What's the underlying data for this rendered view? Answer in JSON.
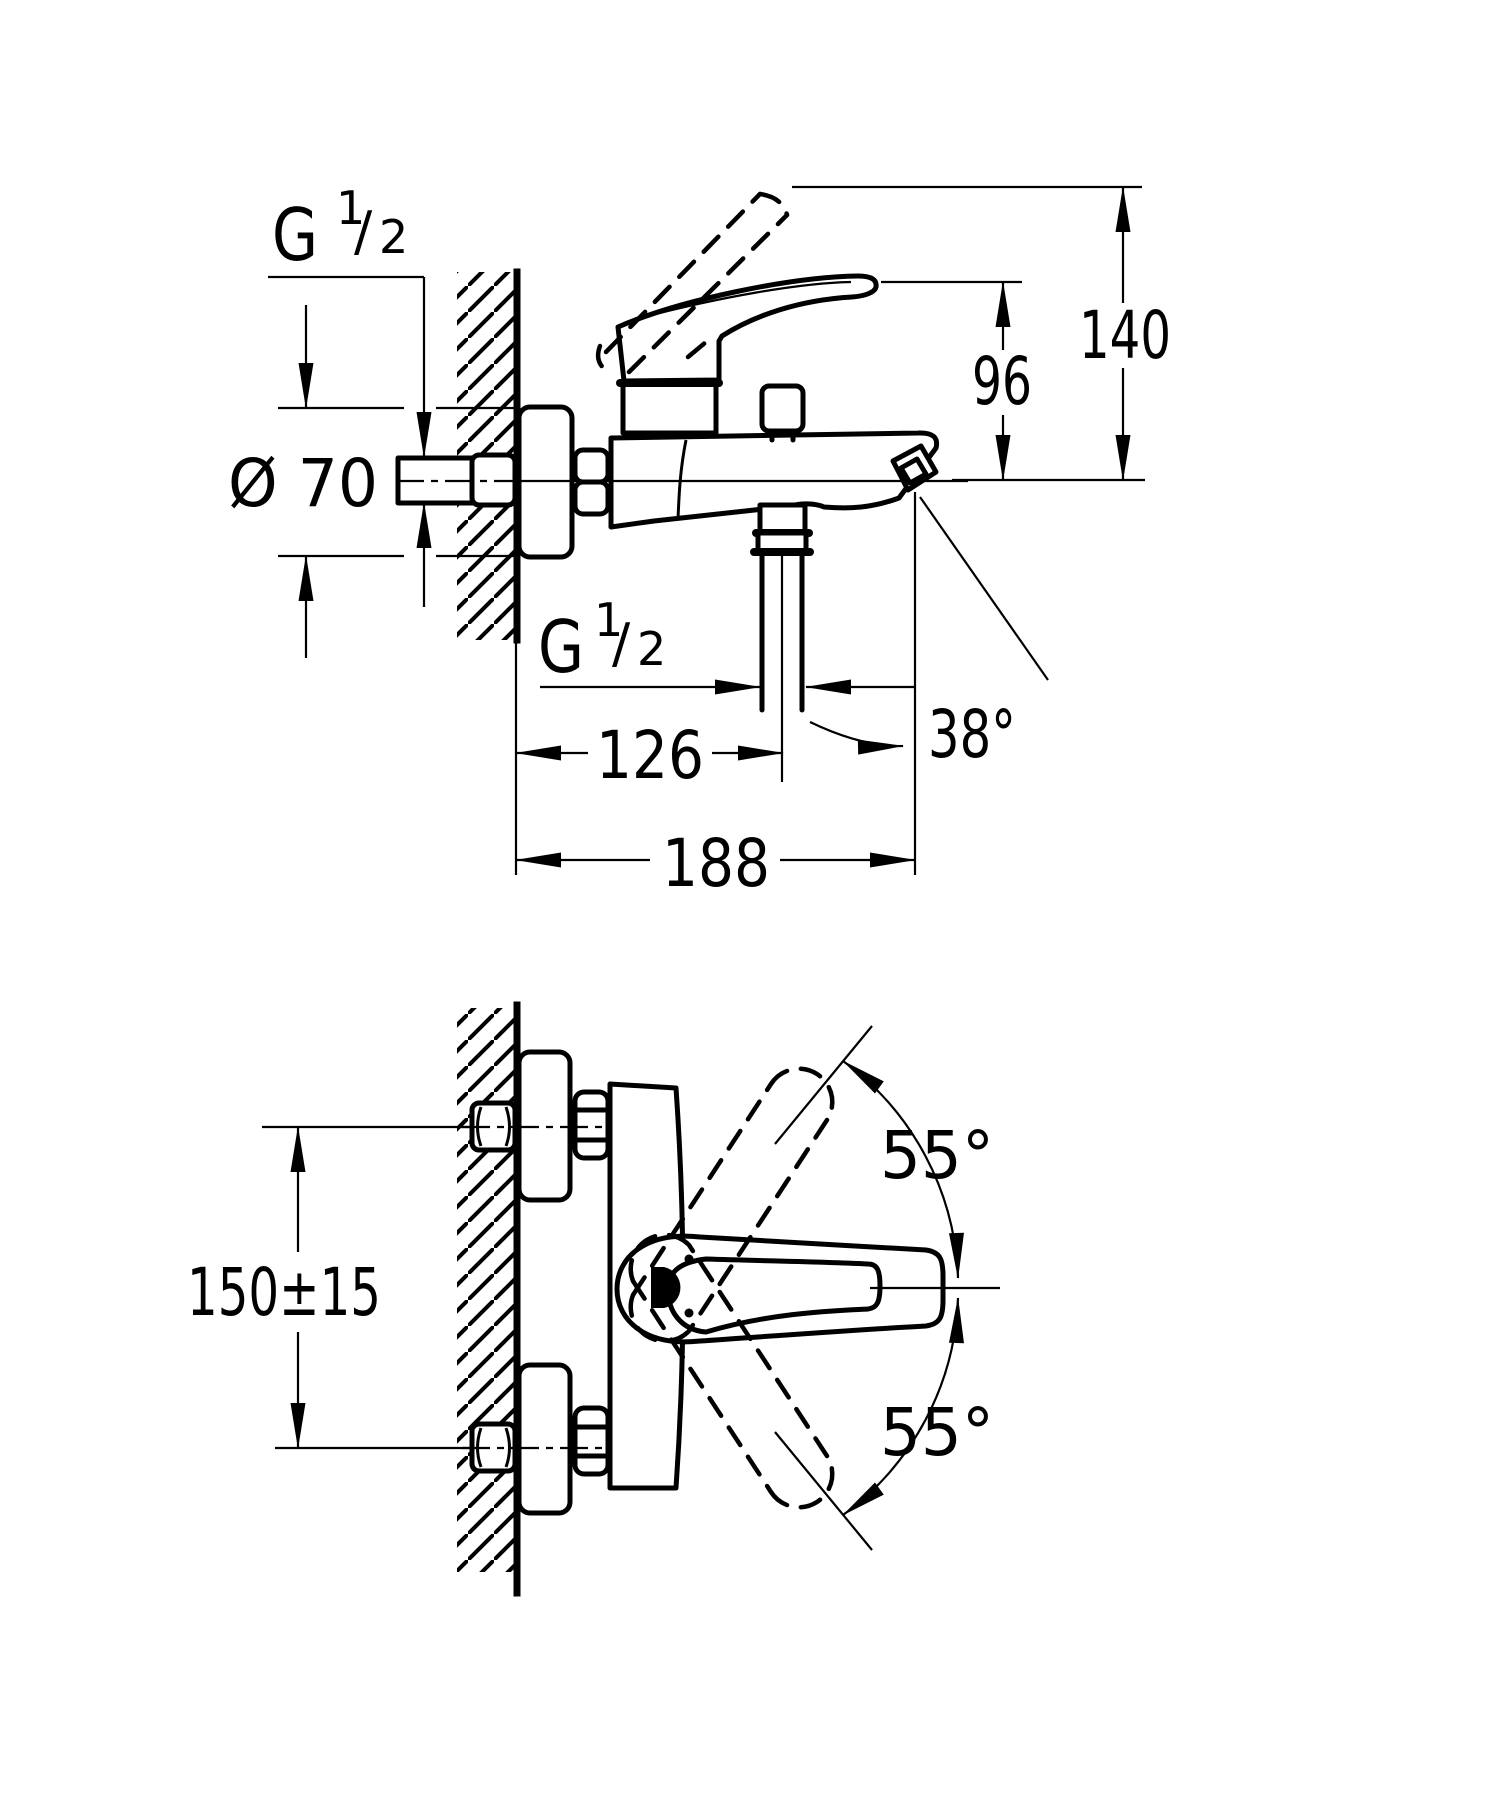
{
  "document": {
    "type": "technical-dimension-drawing",
    "background_color": "#ffffff",
    "line_color": "#000000",
    "views": [
      "side-elevation",
      "plan-view"
    ]
  },
  "thread_label": {
    "base": "G",
    "sup": "1",
    "slash": "/",
    "sub": "2"
  },
  "side_view": {
    "diameter_label": "Ø 70",
    "handle_height_label": "96",
    "total_height_label": "140",
    "spout_projection_label": "126",
    "spout_angle_label": "38°",
    "total_depth_label": "188"
  },
  "plan_view": {
    "connection_distance_label": "150±15",
    "handle_swing_up_label": "55°",
    "handle_swing_down_label": "55°"
  }
}
